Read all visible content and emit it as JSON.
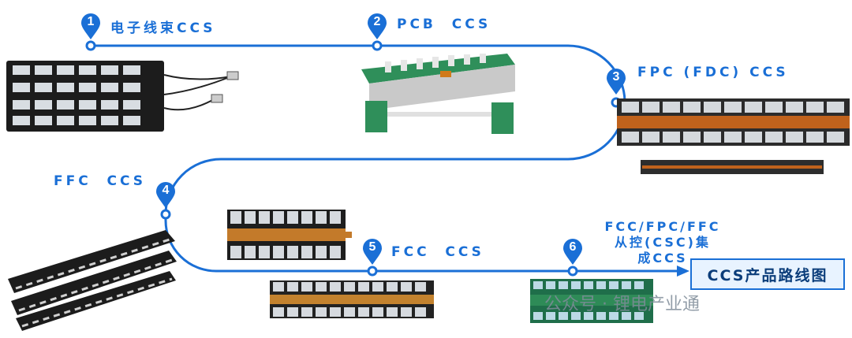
{
  "stages": [
    {
      "number": "1",
      "label": "电子线束CCS"
    },
    {
      "number": "2",
      "label": "PCB  CCS"
    },
    {
      "number": "3",
      "label": "FPC (FDC) CCS"
    },
    {
      "number": "4",
      "label": "FFC  CCS"
    },
    {
      "number": "5",
      "label": "FCC  CCS"
    },
    {
      "number": "6",
      "label_lines": [
        "FCC/FPC/FFC",
        "从控(CSC)集",
        "成CCS"
      ]
    }
  ],
  "roadmap_label": "CCS产品路线图",
  "watermark": "公众号 · 锂电产业通",
  "colors": {
    "accent": "#1a6fd6",
    "path": "#1a6fd6"
  }
}
